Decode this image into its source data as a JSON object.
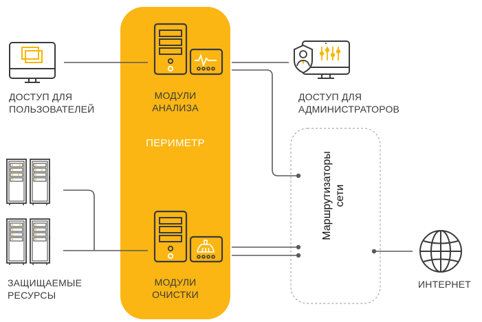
{
  "colors": {
    "perimeter_fill": "#FBB614",
    "line": "#5a5a5a",
    "icon_stroke": "#3a3a3a",
    "icon_accent": "#F7B500",
    "dashed_border": "#aaaaaa"
  },
  "nodes": {
    "users": {
      "label_line1": "ДОСТУП ДЛЯ",
      "label_line2": "ПОЛЬЗОВАТЕЛЕЙ",
      "icon": "monitor-windows-icon"
    },
    "analysis": {
      "label_line1": "МОДУЛИ",
      "label_line2": "АНАЛИЗА",
      "icon": "server-waveform-icon"
    },
    "admins": {
      "label_line1": "ДОСТУП ДЛЯ",
      "label_line2": "АДМИНИСТРАТОРОВ",
      "icon": "admin-monitor-sliders-icon"
    },
    "perimeter": {
      "label": "ПЕРИМЕТР"
    },
    "resources": {
      "label_line1": "ЗАЩИЩАЕМЫЕ",
      "label_line2": "РЕСУРСЫ",
      "icon": "server-rack-icon"
    },
    "cleaning": {
      "label_line1": "МОДУЛИ",
      "label_line2": "ОЧИСТКИ",
      "icon": "server-broom-icon"
    },
    "routers": {
      "label_line1": "Маршрутизаторы",
      "label_line2": "сети"
    },
    "internet": {
      "label": "ИНТЕРНЕТ",
      "icon": "globe-icon"
    }
  }
}
